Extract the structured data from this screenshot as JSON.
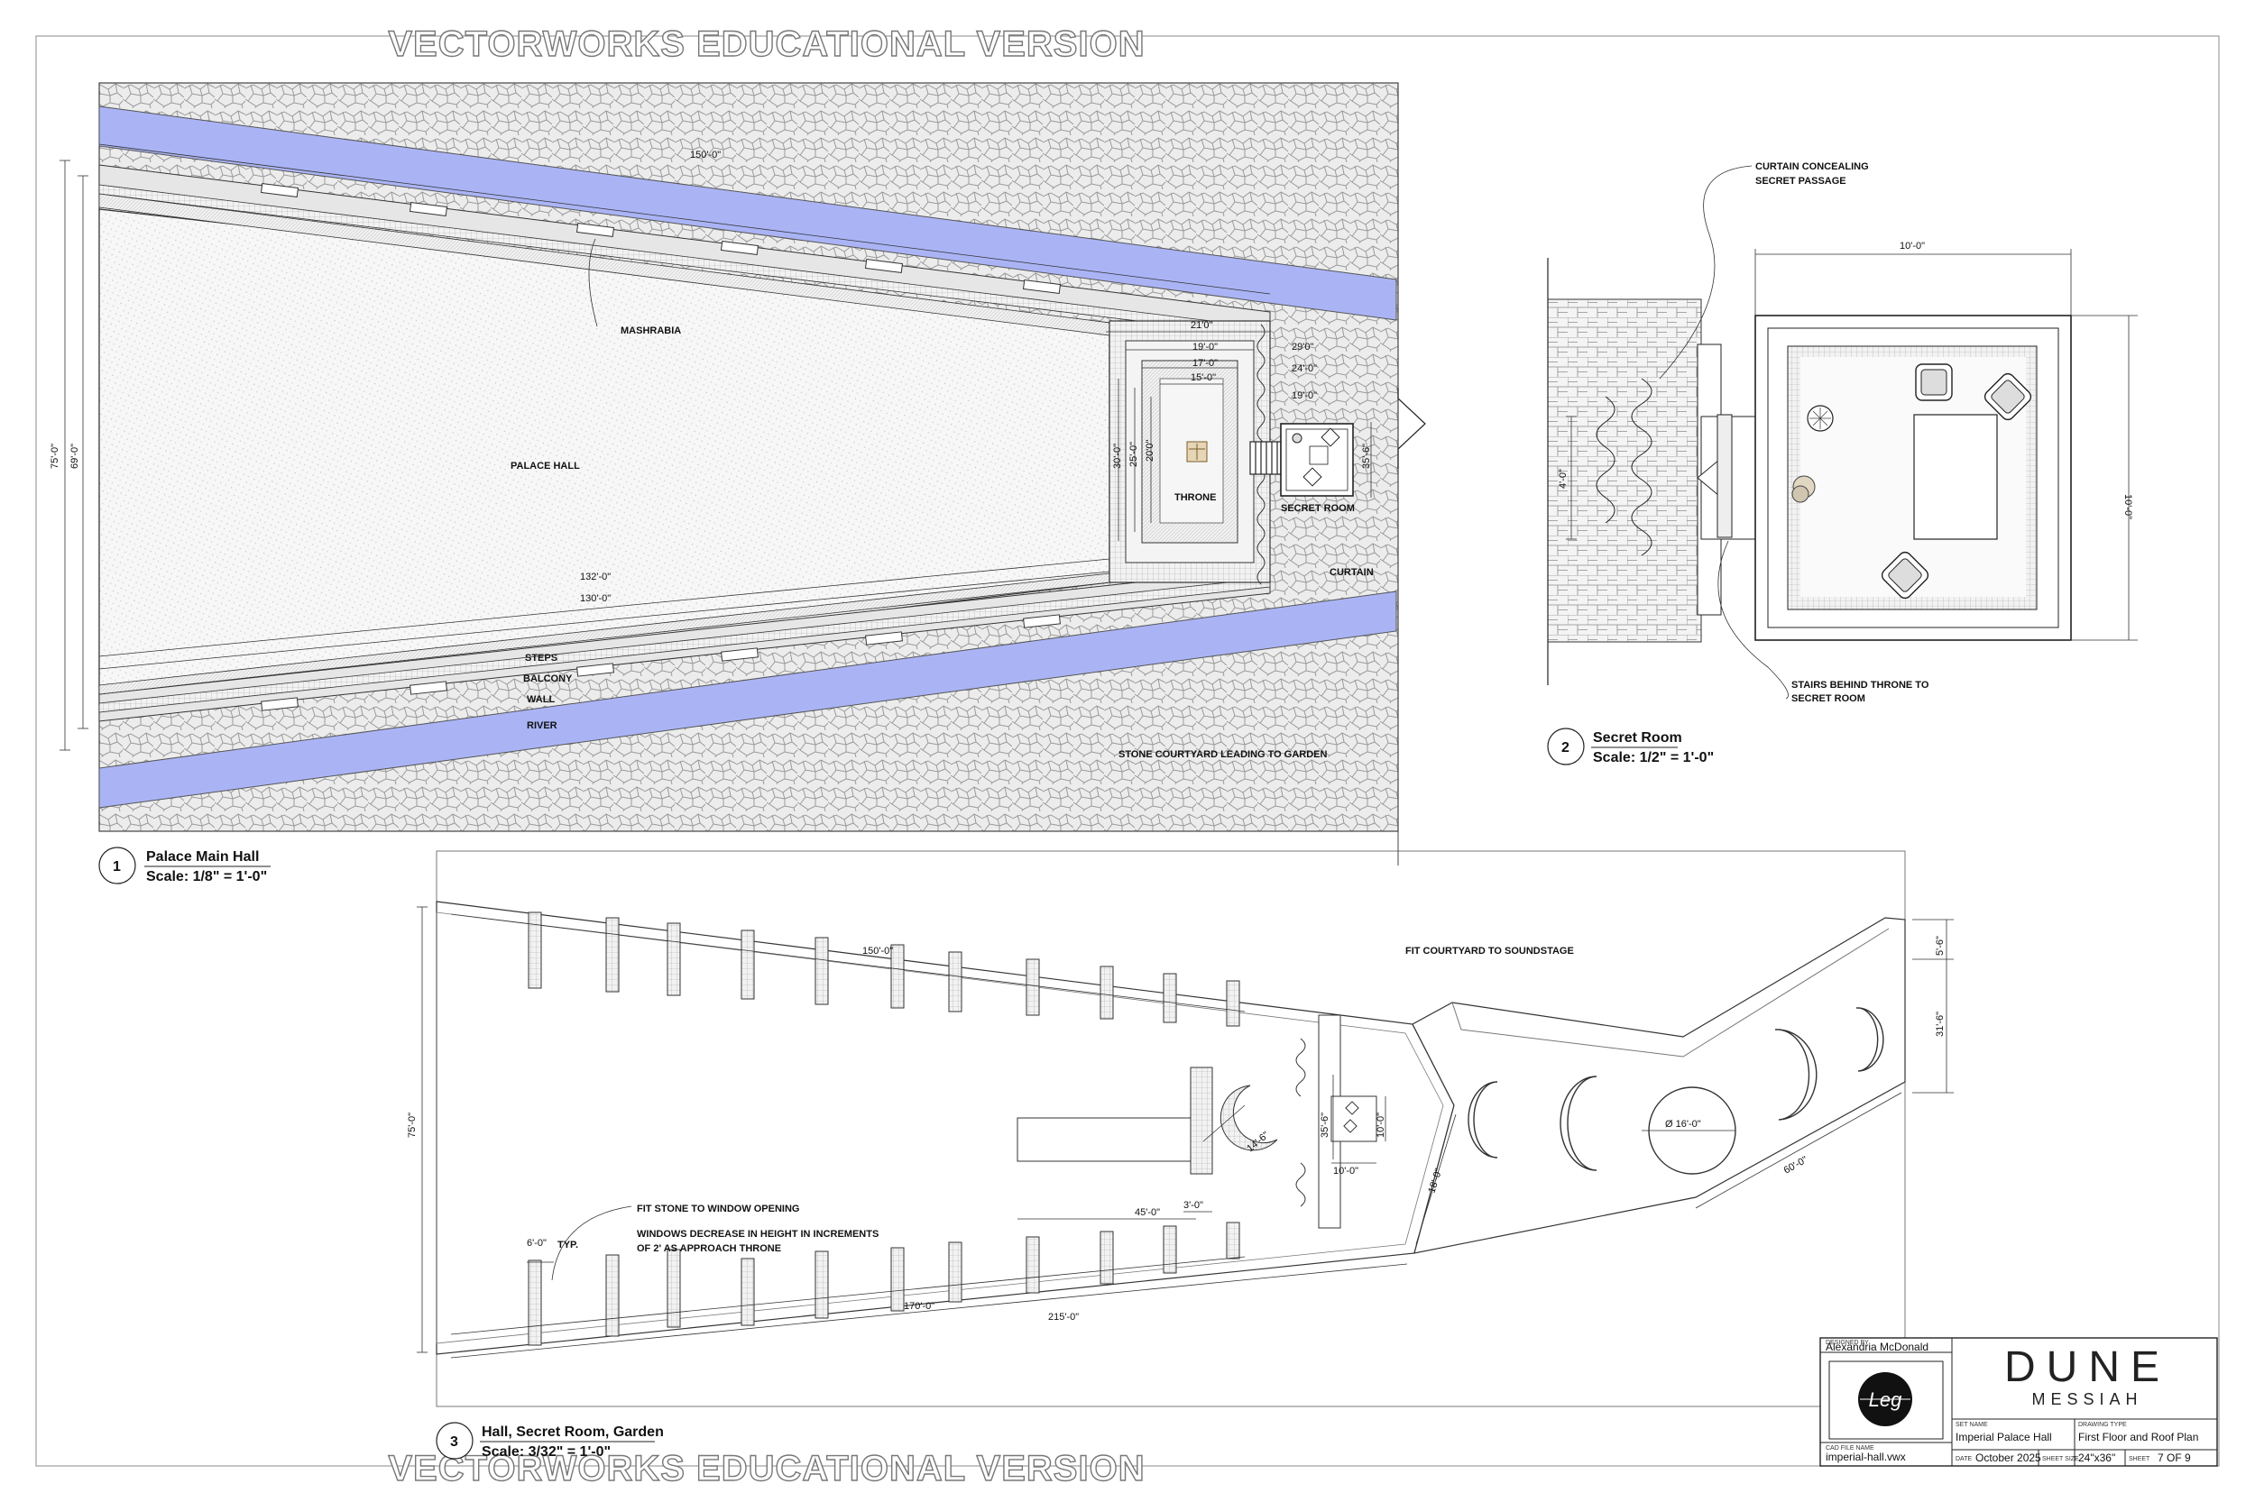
{
  "watermark": {
    "top": "VECTORWORKS EDUCATIONAL VERSION",
    "bottom": "VECTORWORKS EDUCATIONAL VERSION"
  },
  "view1": {
    "number": "1",
    "title": "Palace Main Hall",
    "scale": "Scale: 1/8\" = 1'-0\"",
    "labels": {
      "mashrabia": "MASHRABIA",
      "palace_hall": "PALACE HALL",
      "throne": "THRONE",
      "secret_room": "SECRET ROOM",
      "curtain": "CURTAIN",
      "steps": "STEPS",
      "balcony": "BALCONY",
      "wall": "WALL",
      "river": "RIVER",
      "courtyard": "STONE COURTYARD LEADING TO GARDEN"
    },
    "dims": {
      "top_length": "150'-0\"",
      "overall_height": "75'-0\"",
      "inner_height": "69'-0\"",
      "d21": "21'0\"",
      "d19": "19'-0\"",
      "d17": "17'-0\"",
      "d15": "15'-0\"",
      "d29": "29'0\"",
      "d24": "24'-0\"",
      "d19b": "19'-0\"",
      "d30": "30'-0\"",
      "d25": "25'-0\"",
      "d20": "20'0\"",
      "d35": "35'-6\"",
      "d132": "132'-0\"",
      "d130": "130'-0\""
    }
  },
  "view2": {
    "number": "2",
    "title": "Secret Room",
    "scale": "Scale: 1/2\" = 1'-0\"",
    "labels": {
      "curtain_note_1": "CURTAIN CONCEALING",
      "curtain_note_2": "SECRET PASSAGE",
      "stairs_note_1": "STAIRS BEHIND THRONE TO",
      "stairs_note_2": "SECRET ROOM"
    },
    "dims": {
      "width": "10'-0\"",
      "height": "10'-0\"",
      "passage": "4'-0\""
    }
  },
  "view3": {
    "number": "3",
    "title": "Hall, Secret Room, Garden",
    "scale": "Scale: 3/32\" = 1'-0\"",
    "labels": {
      "fit_courtyard": "FIT COURTYARD TO SOUNDSTAGE",
      "fit_stone": "FIT STONE TO WINDOW OPENING",
      "windows_1": "WINDOWS DECREASE IN HEIGHT IN INCREMENTS",
      "windows_2": "OF 2' AS APPROACH THRONE",
      "typ": "TYP."
    },
    "dims": {
      "d150": "150'-0\"",
      "d75": "75'-0\"",
      "d6": "6'-0\"",
      "d170": "170'-0\"",
      "d215": "215'-0\"",
      "d45": "45'-0\"",
      "d3": "3'-0\"",
      "d14": "14'-6\"",
      "d35": "35'-6\"",
      "d10a": "10'-0\"",
      "d10b": "10'-0\"",
      "d18": "18'-0\"",
      "d60": "60'-0\"",
      "d5": "5'-6\"",
      "d31": "31'-6\"",
      "dia": "Ø 16'-0\""
    }
  },
  "title_block": {
    "designed_by_label": "DESIGNED BY",
    "designer": "Alexandria McDonald",
    "logo_initials": "Leg",
    "cad_file_label": "CAD FILE NAME",
    "cad_file": "imperial-hall.vwx",
    "set_name_label": "SET NAME",
    "set_name": "Imperial Palace Hall",
    "drawing_type_label": "DRAWING TYPE",
    "drawing_type": "First Floor and Roof Plan",
    "date_label": "DATE",
    "date": "October 2025",
    "sheet_size_label": "SHEET SIZE",
    "sheet_size": "24\"x36\"",
    "sheet_label": "SHEET",
    "sheet": "7 OF 9",
    "project_title": "DUNE",
    "project_subtitle": "MESSIAH"
  },
  "colors": {
    "river": "#aab4f5",
    "line": "#222222",
    "stone": "#dcdcdc"
  }
}
